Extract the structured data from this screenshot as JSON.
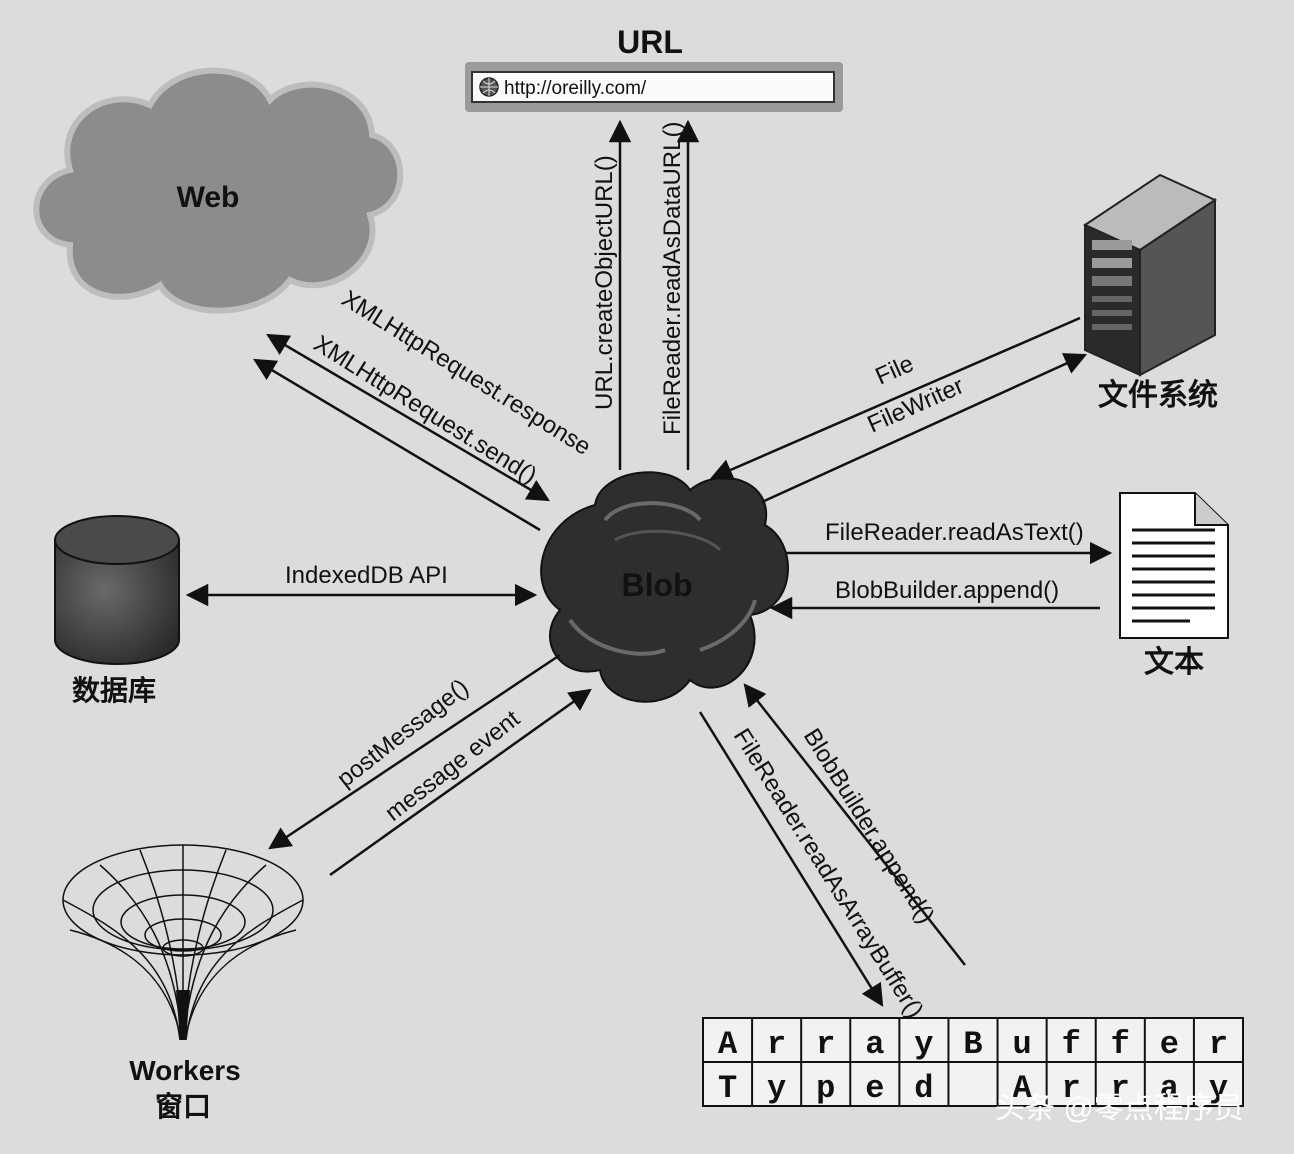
{
  "nodes": {
    "url": {
      "title": "URL",
      "address": "http://oreilly.com/"
    },
    "web": {
      "label": "Web"
    },
    "filesystem": {
      "label": "文件系统"
    },
    "database": {
      "label": "数据库"
    },
    "blob": {
      "label": "Blob"
    },
    "text_doc": {
      "label": "文本"
    },
    "workers": {
      "label": "Workers",
      "sublabel": "窗口"
    }
  },
  "edges": {
    "xhr_response": "XMLHttpRequest.response",
    "xhr_send": "XMLHttpRequest.send()",
    "create_object_url": "URL.createObjectURL()",
    "read_as_data_url": "FileReader.readAsDataURL()",
    "file": "File",
    "file_writer": "FileWriter",
    "read_as_text": "FileReader.readAsText()",
    "blob_builder_append": "BlobBuilder.append()",
    "indexeddb_api": "IndexedDB API",
    "post_message": "postMessage()",
    "message_event": "message event",
    "blob_builder_append_buffer": "BlobBuilder.append()",
    "read_as_array_buffer": "FileReader.readAsArrayBuffer()"
  },
  "array_grid": {
    "row1": [
      "A",
      "r",
      "r",
      "a",
      "y",
      "B",
      "u",
      "f",
      "f",
      "e",
      "r"
    ],
    "row2": [
      "T",
      "y",
      "p",
      "e",
      "d",
      "",
      "A",
      "r",
      "r",
      "a",
      "y"
    ]
  },
  "watermark": "头条 @零点程序员",
  "colors": {
    "background": "#dcdcdc",
    "blob_fill": "#2e2e2e",
    "cloud_fill": "#8a8a8a",
    "ink": "#111111"
  }
}
